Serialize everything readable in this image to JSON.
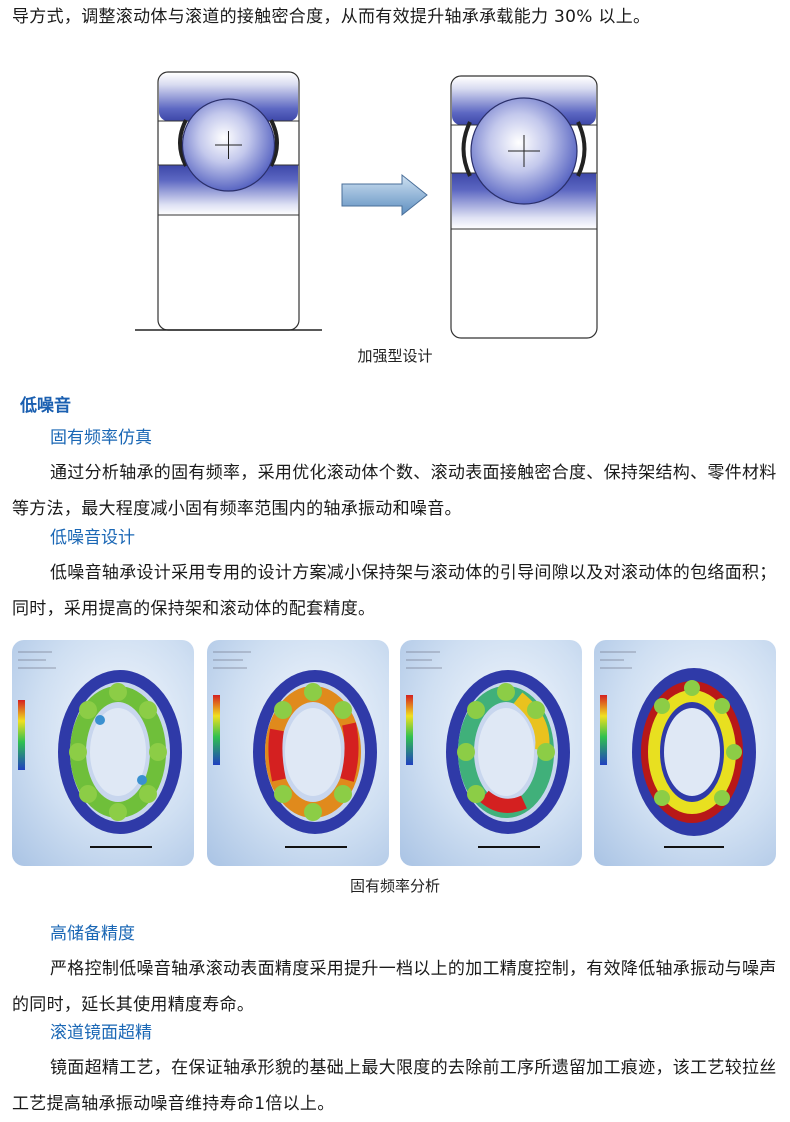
{
  "intro": {
    "text": "导方式，调整滚动体与滚道的接触密合度，从而有效提升轴承承载能力 30% 以上。"
  },
  "figure1": {
    "caption": "加强型设计",
    "colors": {
      "ring": "#4a57b8",
      "ring_light": "#e8ebf7",
      "ball": "#7d87d6",
      "arrow": "#6f9ec9"
    }
  },
  "low_noise": {
    "title": "低噪音",
    "sub1": {
      "title": "固有频率仿真",
      "text": "通过分析轴承的固有频率，采用优化滚动体个数、滚动表面接触密合度、保持架结构、零件材料等方法，最大程度减小固有频率范围内的轴承振动和噪音。"
    },
    "sub2": {
      "title": "低噪音设计",
      "text": "低噪音轴承设计采用专用的设计方案减小保持架与滚动体的引导间隙以及对滚动体的包络面积；同时，采用提高的保持架和滚动体的配套精度。"
    }
  },
  "figure2": {
    "caption": "固有频率分析",
    "panel_icons": [
      "fea-mode-1",
      "fea-mode-2",
      "fea-mode-3",
      "fea-mode-4"
    ]
  },
  "precision": {
    "sub3": {
      "title": "高储备精度",
      "text": "严格控制低噪音轴承滚动表面精度采用提升一档以上的加工精度控制，有效降低轴承振动与噪声的同时，延长其使用精度寿命。"
    },
    "sub4": {
      "title": "滚道镜面超精",
      "text": "镜面超精工艺，在保证轴承形貌的基础上最大限度的去除前工序所遗留加工痕迹，该工艺较拉丝工艺提高轴承振动噪音维持寿命1倍以上。"
    }
  }
}
